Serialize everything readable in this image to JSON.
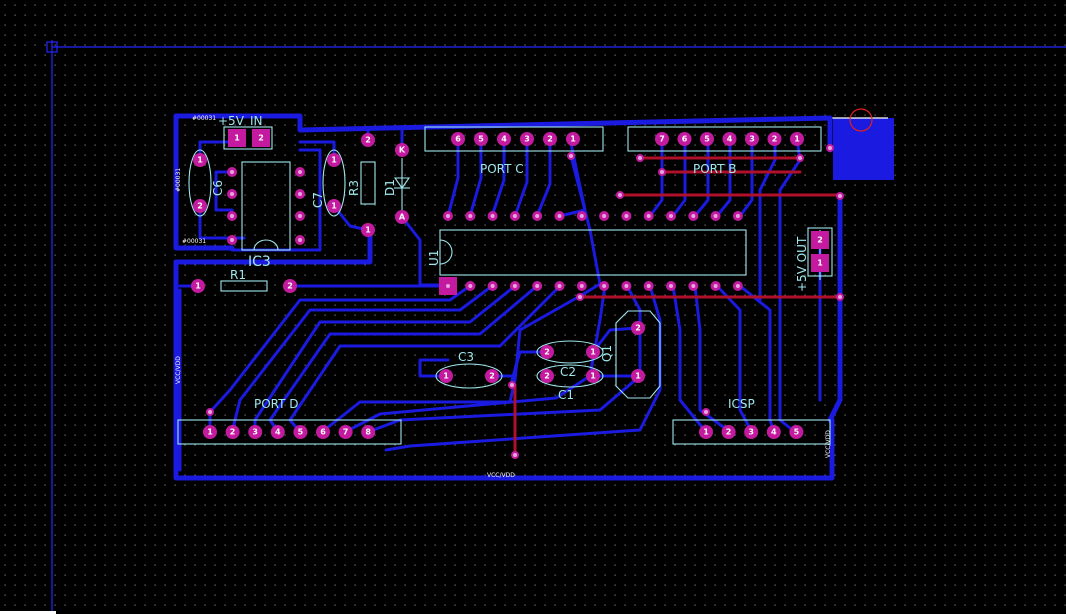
{
  "labels": {
    "port_c": "PORT C",
    "port_b": "PORT B",
    "port_d": "PORT D",
    "icsp": "ICSP",
    "plus5v_in": "+5V",
    "in": "IN",
    "plus5v_out": "+5V OUT",
    "ic3": "IC3",
    "u1": "U1",
    "r1": "R1",
    "r3": "R3",
    "d1": "D1",
    "c1": "C1",
    "c2": "C2",
    "c3": "C3",
    "c6": "C6",
    "c7": "C7",
    "q1": "Q1",
    "net_top": "#00031",
    "net_bottom": "#00031",
    "net_side": "#00031",
    "vcc_left": "VCC/VDD",
    "vcc_bottom": "VCC/VDD",
    "vcc_right": "VCC/VDD",
    "anode": "A",
    "cathode": "K"
  },
  "headers": {
    "port_c_pins": [
      "6",
      "5",
      "4",
      "3",
      "2",
      "1"
    ],
    "port_b_pins": [
      "7",
      "6",
      "5",
      "4",
      "3",
      "2",
      "1"
    ],
    "port_d_pins": [
      "1",
      "2",
      "3",
      "4",
      "5",
      "6",
      "7",
      "8"
    ],
    "icsp_pins": [
      "1",
      "2",
      "3",
      "4",
      "5"
    ]
  },
  "pads": {
    "one": "1",
    "two": "2"
  },
  "colors": {
    "background": "#000000",
    "grid_dot": "#7a7a7a",
    "trace": "#1a1ae0",
    "pad": "#c31aa0",
    "silkscreen": "#9fe8ee",
    "jumper": "#b0102a"
  }
}
